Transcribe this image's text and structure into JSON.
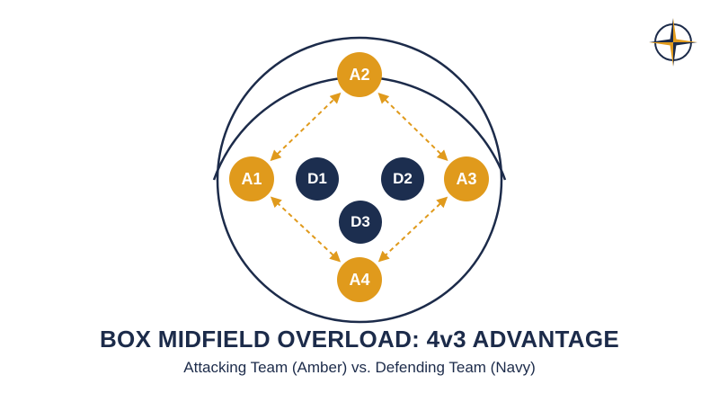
{
  "title": "BOX MIDFIELD OVERLOAD: 4v3 ADVANTAGE",
  "subtitle": "Attacking Team (Amber) vs. Defending Team (Navy)",
  "colors": {
    "attacking": "#e09a1c",
    "defending": "#1c2e4f",
    "outline": "#1c2b4a",
    "arrow": "#e09a1c"
  },
  "attackers": [
    {
      "id": "a1",
      "label": "A1"
    },
    {
      "id": "a2",
      "label": "A2"
    },
    {
      "id": "a3",
      "label": "A3"
    },
    {
      "id": "a4",
      "label": "A4"
    }
  ],
  "defenders": [
    {
      "id": "d1",
      "label": "D1"
    },
    {
      "id": "d2",
      "label": "D2"
    },
    {
      "id": "d3",
      "label": "D3"
    }
  ],
  "passing_lanes": [
    {
      "from": "A1",
      "to": "A2"
    },
    {
      "from": "A2",
      "to": "A3"
    },
    {
      "from": "A3",
      "to": "A4"
    },
    {
      "from": "A4",
      "to": "A1"
    }
  ],
  "icons": {
    "corner_logo": "compass-star-icon"
  }
}
